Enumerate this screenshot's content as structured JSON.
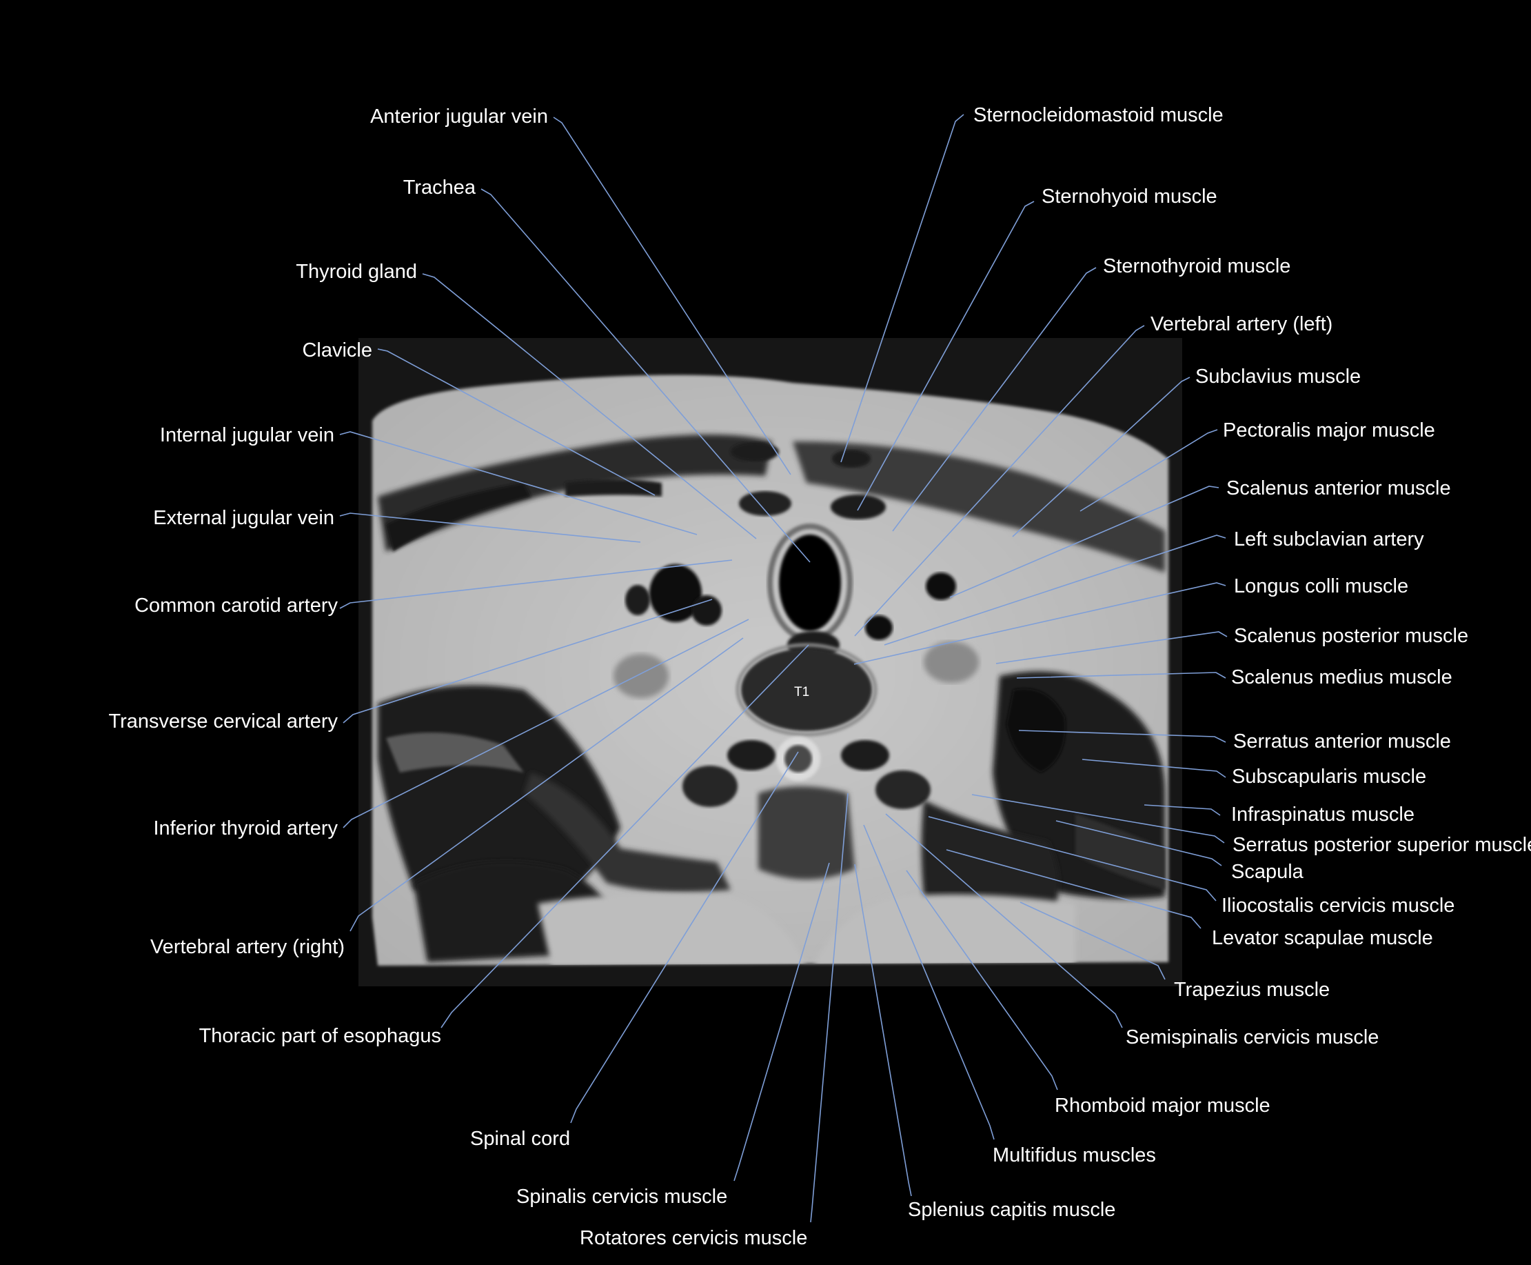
{
  "level_label": "T1",
  "colors": {
    "background": "#000000",
    "label_text": "#ffffff",
    "leader_line": "#7f9fd8"
  },
  "labels": {
    "left": {
      "anterior_jugular_vein": "Anterior jugular vein",
      "trachea": "Trachea",
      "thyroid_gland": "Thyroid gland",
      "clavicle": "Clavicle",
      "internal_jugular_vein": "Internal jugular vein",
      "external_jugular_vein": "External jugular vein",
      "common_carotid_artery": "Common carotid artery",
      "transverse_cervical_artery": "Transverse cervical artery",
      "inferior_thyroid_artery": "Inferior thyroid artery",
      "vertebral_artery_right": "Vertebral artery (right)",
      "thoracic_part_of_esophagus": "Thoracic part of esophagus"
    },
    "right": {
      "sternocleidomastoid_muscle": "Sternocleidomastoid muscle",
      "sternohyoid_muscle": "Sternohyoid muscle",
      "sternothyroid_muscle": "Sternothyroid muscle",
      "vertebral_artery_left": "Vertebral artery (left)",
      "subclavius_muscle": "Subclavius muscle",
      "pectoralis_major_muscle": "Pectoralis major muscle",
      "scalenus_anterior_muscle": "Scalenus anterior muscle",
      "left_subclavian_artery": "Left subclavian artery",
      "longus_colli_muscle": "Longus colli muscle",
      "scalenus_posterior_muscle": "Scalenus posterior muscle",
      "scalenus_medius_muscle": "Scalenus medius muscle",
      "serratus_anterior_muscle": "Serratus anterior muscle",
      "subscapularis_muscle": "Subscapularis muscle",
      "infraspinatus_muscle": "Infraspinatus muscle",
      "serratus_posterior_superior_muscle": "Serratus posterior superior muscle",
      "scapula": "Scapula",
      "iliocostalis_cervicis_muscle": "Iliocostalis cervicis muscle",
      "levator_scapulae_muscle": "Levator scapulae muscle",
      "trapezius_muscle": "Trapezius muscle",
      "semispinalis_cervicis_muscle": "Semispinalis cervicis muscle"
    },
    "bottom": {
      "rhomboid_major_muscle": "Rhomboid major muscle",
      "multifidus_muscles": "Multifidus muscles",
      "splenius_capitis_muscle": "Splenius capitis muscle",
      "spinal_cord": "Spinal cord",
      "spinalis_cervicis_muscle": "Spinalis cervicis muscle",
      "rotatores_cervicis_muscle": "Rotatores cervicis muscle"
    }
  }
}
